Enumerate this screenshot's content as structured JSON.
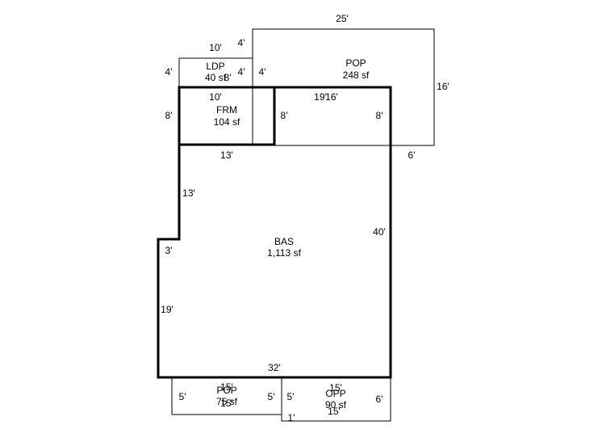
{
  "colors": {
    "line": "#000000",
    "background": "#ffffff"
  },
  "areas": {
    "bas": {
      "code": "BAS",
      "area": "1,113 sf"
    },
    "frm": {
      "code": "FRM",
      "area": "104 sf"
    },
    "ldp": {
      "code": "LDP",
      "area": "40 sf"
    },
    "pop_top": {
      "code": "POP",
      "area": "248 sf"
    },
    "pop_bottom": {
      "code": "POP",
      "area": "75 sf"
    },
    "opp": {
      "code": "OPP",
      "area": "90 sf"
    }
  },
  "dimensions": {
    "pop_top_width": "25'",
    "pop_top_left_upper": "4'",
    "pop_top_left_lower": "4'",
    "pop_top_right": "16'",
    "pop_top_bottom_right": "6'",
    "ldp_width": "10'",
    "ldp_left": "4'",
    "ldp_right": "4'",
    "ldp_right_overlap": "8'",
    "frm_top": "10'",
    "frm_left": "8'",
    "frm_right": "8'",
    "frm_bottom": "13'",
    "bas_top_a": "19'",
    "bas_top_b": "16'",
    "bas_right_upper": "8'",
    "bas_right": "40'",
    "bas_left_upper": "13'",
    "bas_step": "3'",
    "bas_left_lower": "19'",
    "bas_bottom": "32'",
    "pop_bottom_top": "15'",
    "pop_bottom_bottom": "15'",
    "pop_bottom_left": "5'",
    "pop_bottom_right": "5'",
    "opp_top": "15'",
    "opp_bottom": "15'",
    "opp_left": "5'",
    "opp_right": "6'",
    "opp_step": "1'"
  }
}
